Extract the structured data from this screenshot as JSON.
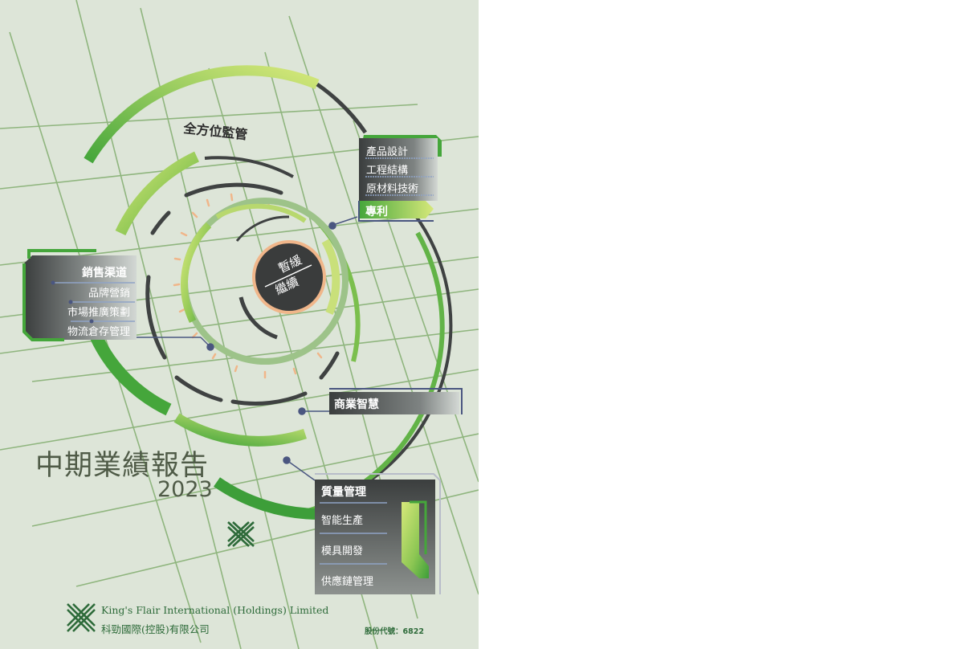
{
  "cover": {
    "report_title": "中期業績報告",
    "report_year": "2023",
    "ring_label": "全方位監管",
    "core": {
      "top": "暫緩",
      "bottom": "繼續"
    },
    "panel_top_right": {
      "items": [
        "產品設計",
        "工程結構",
        "原材料技術"
      ],
      "highlight": "專利"
    },
    "panel_left": {
      "heading": "銷售渠道",
      "items": [
        "品牌營銷",
        "市場推廣策劃",
        "物流倉存管理"
      ]
    },
    "panel_mid_right": {
      "heading": "商業智慧"
    },
    "panel_bottom_right": {
      "heading": "質量管理",
      "items": [
        "智能生產",
        "模具開發",
        "供應鏈管理"
      ]
    },
    "company": {
      "name_en": "King's Flair International (Holdings) Limited",
      "name_zh": "科勁國際(控股)有限公司",
      "stock_code": "股份代號：6822"
    }
  },
  "colors": {
    "background": "#dde5d8",
    "grid_line": "#8fb57e",
    "green_light": "#d6e87a",
    "green_dark": "#4aa83a",
    "text_green": "#2e6b3a",
    "panel_dark": "#3f4242",
    "accent_orange": "#f0b68a",
    "dot_blue": "#4a5680"
  },
  "icons": [
    "kings-flair-logo-icon"
  ]
}
